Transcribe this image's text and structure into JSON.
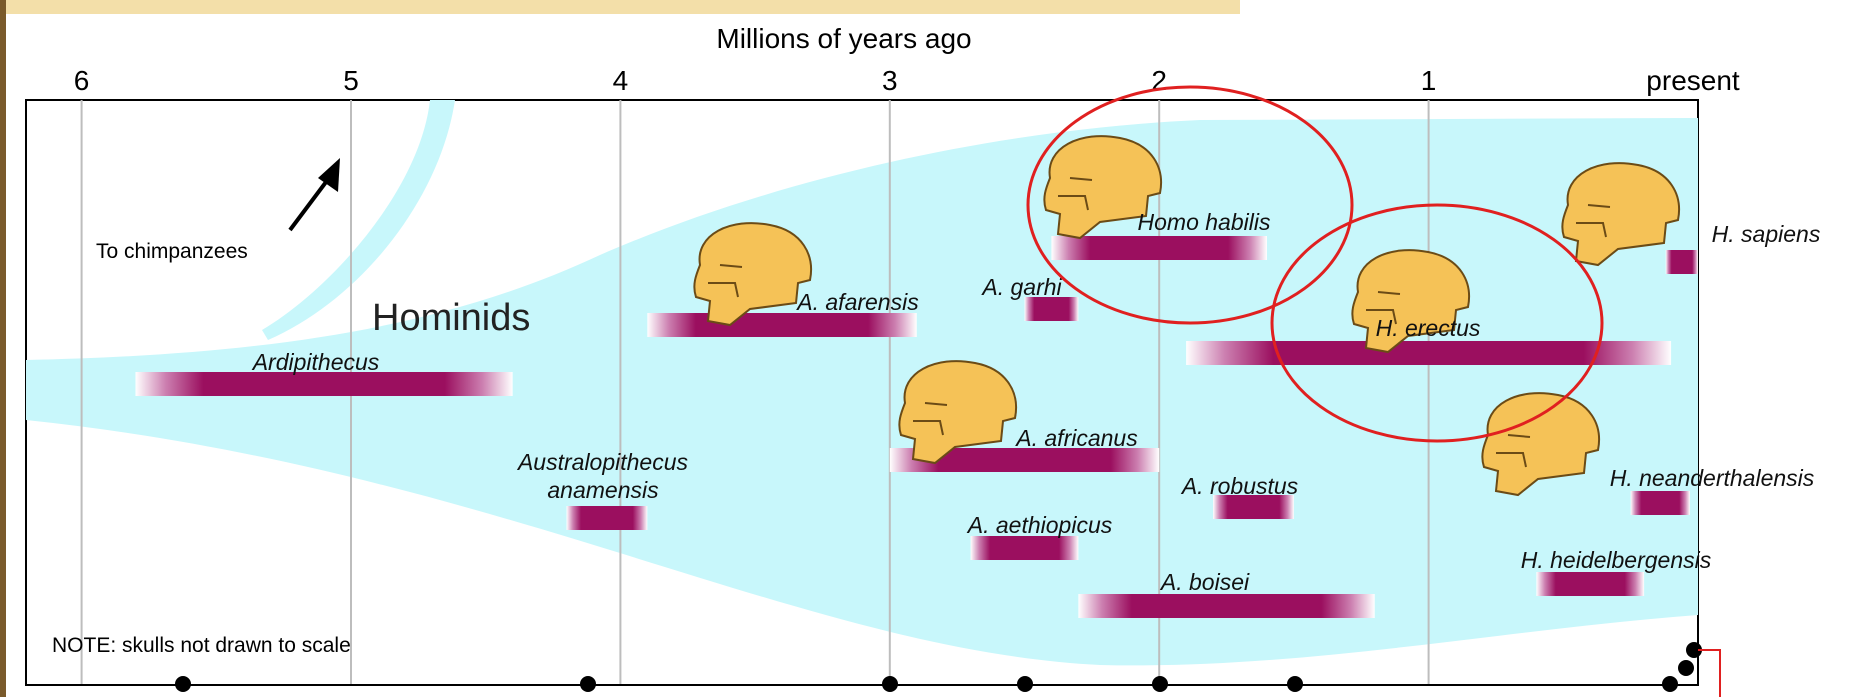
{
  "axis": {
    "title": "Millions of years ago",
    "ticks": [
      "6",
      "5",
      "4",
      "3",
      "2",
      "1",
      "present"
    ]
  },
  "labels": {
    "chimp": "To chimpanzees",
    "hominids": "Hominids",
    "note": "NOTE: skulls not drawn to scale"
  },
  "species": [
    {
      "name": "Ardipithecus",
      "start": 5.8,
      "end": 4.4
    },
    {
      "name": "Australopithecus",
      "name2": "anamensis",
      "start": 4.2,
      "end": 3.9
    },
    {
      "name": "A. afarensis",
      "start": 3.9,
      "end": 2.9
    },
    {
      "name": "A. garhi",
      "start": 2.5,
      "end": 2.3
    },
    {
      "name": "A. africanus",
      "start": 3.0,
      "end": 2.0
    },
    {
      "name": "A. aethiopicus",
      "start": 2.7,
      "end": 2.3
    },
    {
      "name": "Homo habilis",
      "start": 2.4,
      "end": 1.6
    },
    {
      "name": "A. robustus",
      "start": 1.8,
      "end": 1.5
    },
    {
      "name": "A. boisei",
      "start": 2.3,
      "end": 1.2
    },
    {
      "name": "H. erectus",
      "start": 1.9,
      "end": 0.1
    },
    {
      "name": "H. sapiens",
      "start": 0.12,
      "end": 0.0
    },
    {
      "name": "H. neanderthalensis",
      "start": 0.25,
      "end": 0.03
    },
    {
      "name": "H. heidelbergensis",
      "start": 0.6,
      "end": 0.2
    }
  ],
  "colors": {
    "bar": "#9b0f5f",
    "fan": "#c8f7fb",
    "skull": "#f5c257",
    "circle": "#e02020",
    "grid": "#bdbdbd"
  },
  "icons": [
    "skull-icon",
    "arrow-icon"
  ]
}
